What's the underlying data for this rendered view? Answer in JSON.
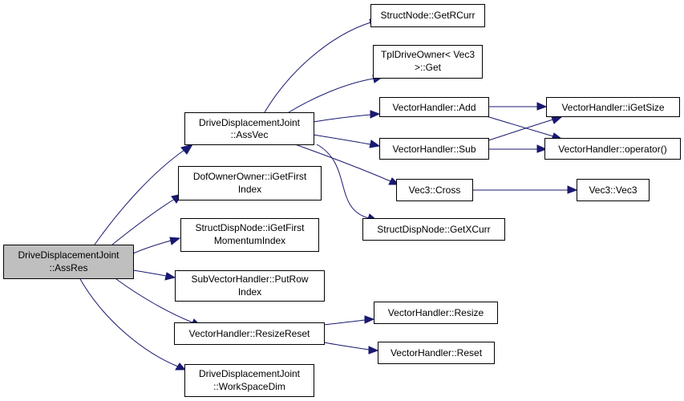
{
  "nodes": {
    "root": [
      "DriveDisplacementJoint",
      "::AssRes"
    ],
    "assvec": [
      "DriveDisplacementJoint",
      "::AssVec"
    ],
    "dofowner": [
      "DofOwnerOwner::iGetFirst",
      "Index"
    ],
    "structdisp_mom": [
      "StructDispNode::iGetFirst",
      "MomentumIndex"
    ],
    "subvec_putrow": [
      "SubVectorHandler::PutRow",
      "Index"
    ],
    "vh_resizereset": [
      "VectorHandler::ResizeReset"
    ],
    "workspacedim": [
      "DriveDisplacementJoint",
      "::WorkSpaceDim"
    ],
    "sn_getrcurr": [
      "StructNode::GetRCurr"
    ],
    "tpldrive_get": [
      "TplDriveOwner< Vec3",
      ">::Get"
    ],
    "vh_add": [
      "VectorHandler::Add"
    ],
    "vh_sub": [
      "VectorHandler::Sub"
    ],
    "vec3_cross": [
      "Vec3::Cross"
    ],
    "sdn_getxcurr": [
      "StructDispNode::GetXCurr"
    ],
    "vh_igetsize": [
      "VectorHandler::iGetSize"
    ],
    "vh_operator": [
      "VectorHandler::operator()"
    ],
    "vec3_vec3": [
      "Vec3::Vec3"
    ],
    "vh_resize": [
      "VectorHandler::Resize"
    ],
    "vh_reset": [
      "VectorHandler::Reset"
    ]
  }
}
